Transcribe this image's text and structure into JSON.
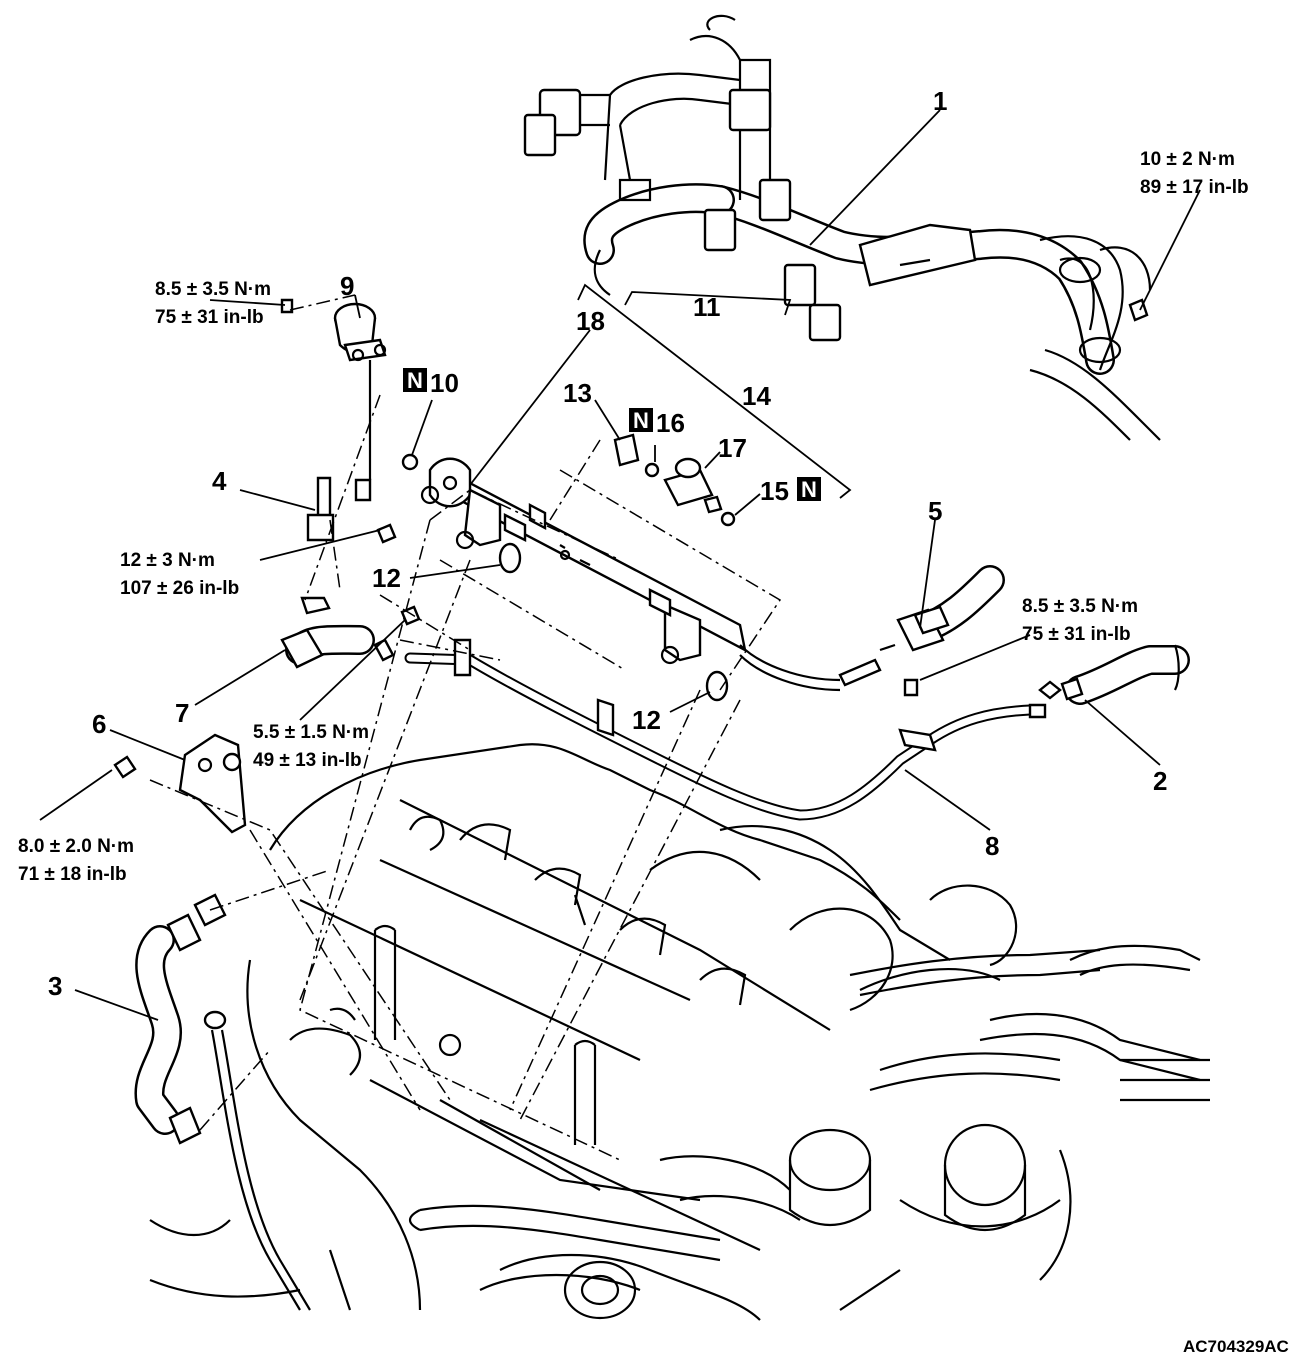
{
  "callouts": {
    "c1": "1",
    "c2": "2",
    "c3": "3",
    "c4": "4",
    "c5": "5",
    "c6": "6",
    "c7": "7",
    "c8": "8",
    "c9": "9",
    "c10": "10",
    "c11": "11",
    "c12a": "12",
    "c12b": "12",
    "c13": "13",
    "c14": "14",
    "c15": "15",
    "c16": "16",
    "c17": "17",
    "c18": "18"
  },
  "new_part_mark": "N",
  "torques": {
    "t1": {
      "nm": "10 ± 2 N·m",
      "inlb": "89 ± 17 in-lb"
    },
    "t2": {
      "nm": "8.5 ± 3.5 N·m",
      "inlb": "75 ± 31 in-lb"
    },
    "t3": {
      "nm": "12 ± 3 N·m",
      "inlb": "107 ± 26 in-lb"
    },
    "t4": {
      "nm": "8.5 ± 3.5 N·m",
      "inlb": "75 ± 31 in-lb"
    },
    "t5": {
      "nm": "5.5 ± 1.5 N·m",
      "inlb": "49 ± 13 in-lb"
    },
    "t6": {
      "nm": "8.0 ± 2.0 N·m",
      "inlb": "71 ± 18 in-lb"
    }
  },
  "figure_code": "AC704329AC"
}
